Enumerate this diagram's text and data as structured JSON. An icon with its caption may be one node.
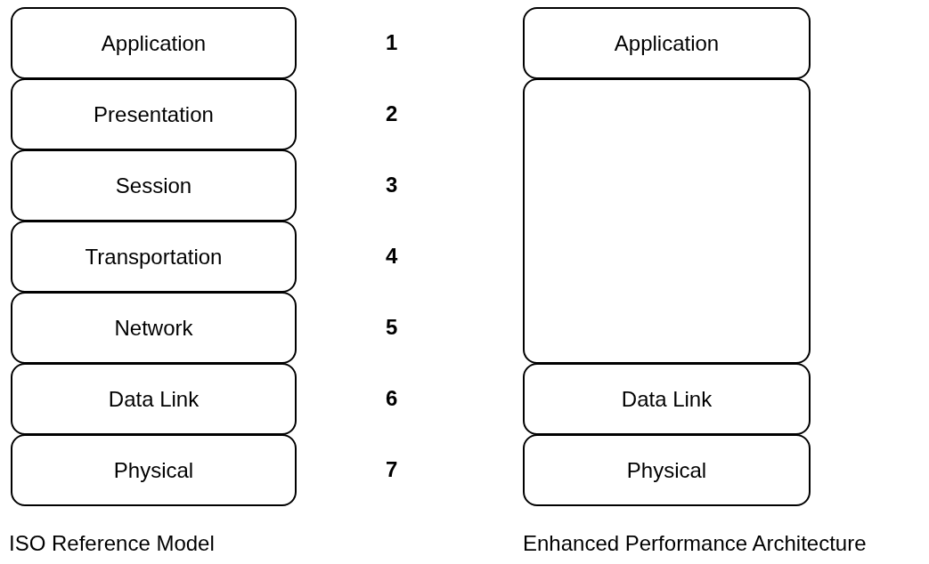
{
  "diagram": {
    "nodes": [
      {
        "text": [
          "Application"
        ]
      },
      {
        "text": [
          "Presentation"
        ]
      },
      {
        "text": [
          "Session"
        ]
      },
      {
        "text": [
          "Transportation"
        ]
      },
      {
        "text": [
          "Network"
        ]
      },
      {
        "text": [
          "Data Link"
        ]
      },
      {
        "text": [
          "Physical"
        ]
      },
      {
        "text": [
          "Application"
        ]
      },
      {
        "text": [],
        "shape": "box"
      },
      {
        "text": [
          "Data Link"
        ]
      },
      {
        "text": [
          "Physical"
        ]
      }
    ],
    "edges": [],
    "labels": [
      "1",
      "2",
      "3",
      "4",
      "5",
      "6",
      "7",
      "ISO Reference Model",
      "Enhanced Performance Architecture"
    ]
  }
}
